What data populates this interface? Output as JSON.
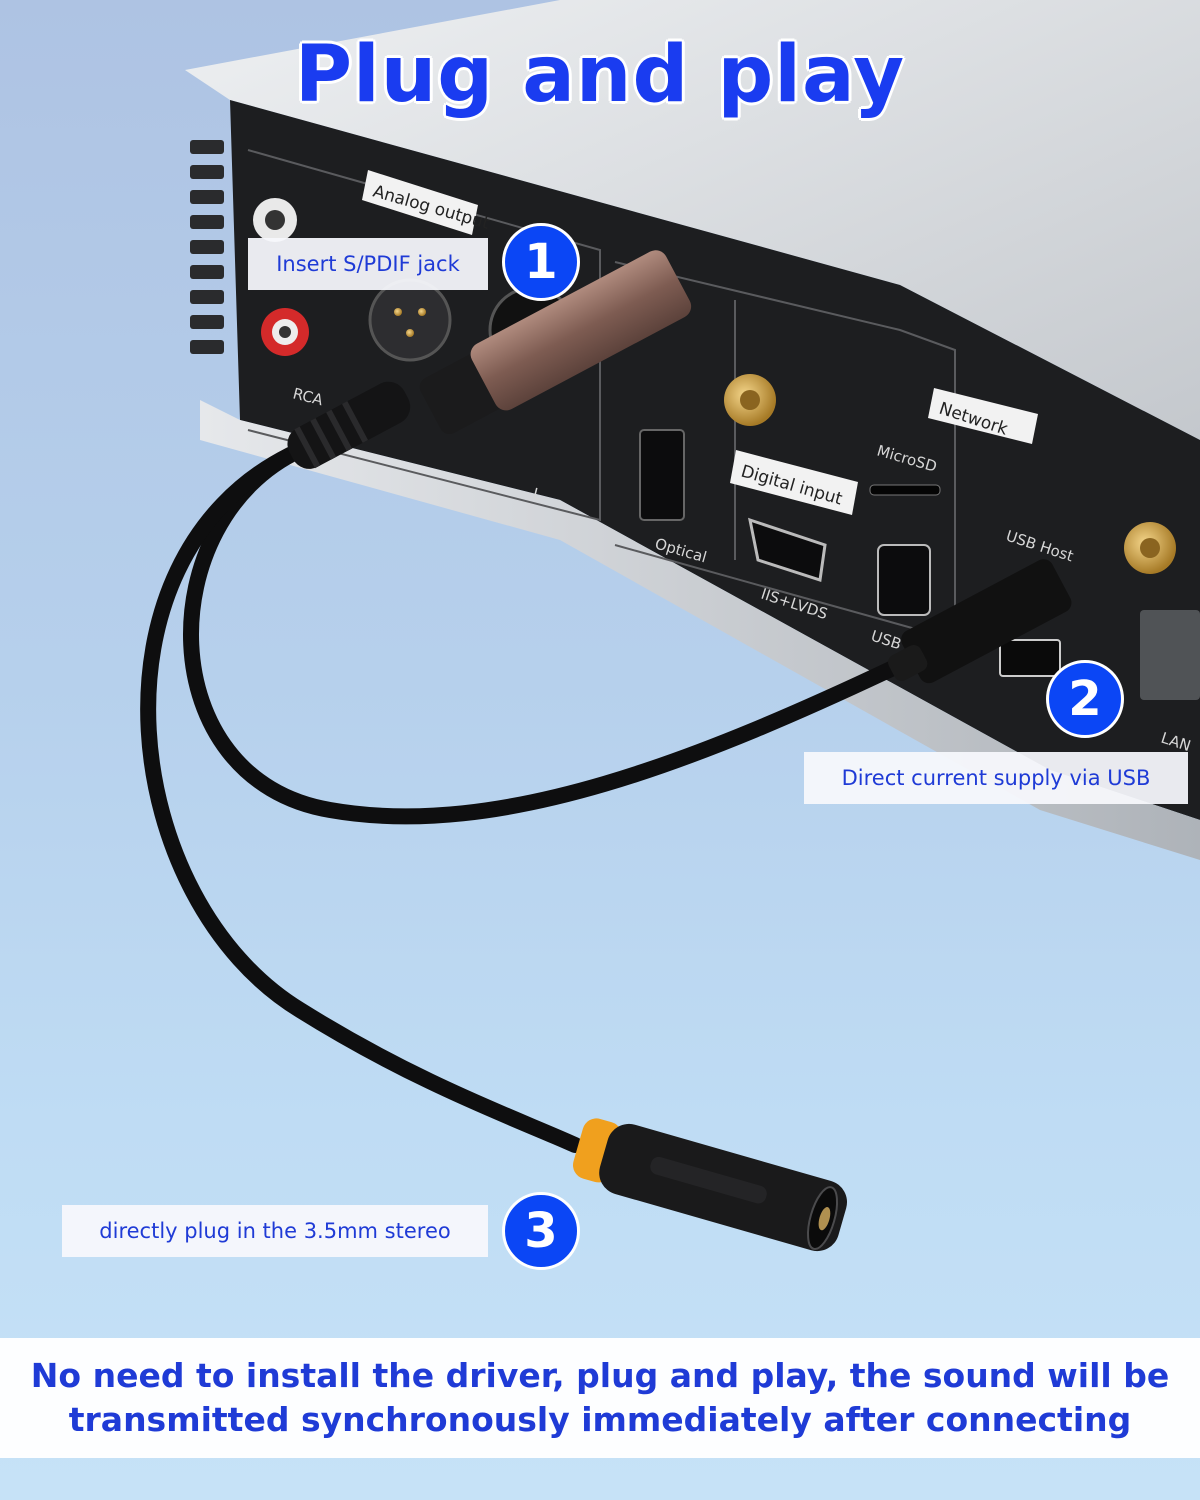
{
  "title": "Plug and play",
  "device_labels": {
    "analog_output": "Analog output",
    "rca": "RCA",
    "channel_l": "L",
    "optical": "Optical",
    "digital_input": "Digital input",
    "iis_lvds": "IIS+LVDS",
    "usb_short": "USB",
    "network": "Network",
    "microsd": "MicroSD",
    "usb_host": "USB Host",
    "lan": "LAN"
  },
  "callouts": [
    {
      "number": "1",
      "text": "Insert S/PDIF jack"
    },
    {
      "number": "2",
      "text": "Direct current supply via USB"
    },
    {
      "number": "3",
      "text": "directly plug in the 3.5mm stereo"
    }
  ],
  "footer": "No need to install the driver, plug and play, the sound will be transmitted synchronously immediately after connecting",
  "colors": {
    "accent_blue": "#0b46f5",
    "text_blue": "#1f3bd6",
    "background_light_blue": "#bfdcf4",
    "jack_collar_yellow": "#f0a01e",
    "plug_bronze": "#8c6a5e"
  }
}
